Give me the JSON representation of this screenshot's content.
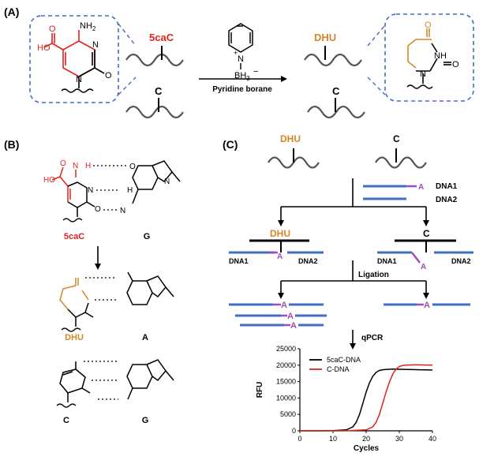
{
  "panels": {
    "a": {
      "label": "(A)"
    },
    "b": {
      "label": "(B)"
    },
    "c": {
      "label": "(C)"
    }
  },
  "panel_a": {
    "cacid_ho": "HO",
    "cacid_o": "O",
    "nh2": "NH",
    "nh2_sub": "2",
    "n_ring": "N",
    "o_ring": "O",
    "n_ring2": "N",
    "label_5cac": "5caC",
    "label_c": "C",
    "reagent_n": "N",
    "reagent_plus": "+",
    "reagent_bh3": "BH",
    "reagent_bh3_sub": "3",
    "reagent_minus": "−",
    "reagent_name": "Pyridine borane",
    "label_dhu": "DHU",
    "label_c_right": "C",
    "dhu_o": "O",
    "dhu_nh": "NH",
    "dhu_o2": "O",
    "dhu_n": "N"
  },
  "panel_b": {
    "pair1_left": "5caC",
    "pair1_right": "G",
    "pair2_left": "DHU",
    "pair2_right": "A",
    "pair3_left": "C",
    "pair3_right": "G",
    "atoms": {
      "ho": "HO",
      "o": "O",
      "n": "N",
      "h": "H",
      "nh": "N",
      "o2": "O",
      "gN": "N",
      "gH": "H",
      "gO": "O",
      "gNH": "N"
    }
  },
  "panel_c": {
    "top_dhu": "DHU",
    "top_c": "C",
    "dna1": "DNA1",
    "dna2": "DNA2",
    "a_mark": "A",
    "mid_dhu": "DHU",
    "mid_c": "C",
    "dna1_left": "DNA1",
    "dna2_left": "DNA2",
    "dna1_right": "DNA1",
    "dna2_right": "DNA2",
    "ligation": "Ligation",
    "qpcr": "qPCR",
    "colors": {
      "strand": "#3f6fc4",
      "a": "#a04db5",
      "dhu": "#d4872a",
      "red": "#e0231c",
      "dash": "#3f6fc4"
    }
  },
  "chart_data": {
    "type": "line",
    "title": "",
    "xlabel": "Cycles",
    "ylabel": "RFU",
    "xlim": [
      0,
      40
    ],
    "ylim": [
      0,
      25000
    ],
    "x_ticks": [
      "0",
      "10",
      "20",
      "30",
      "40"
    ],
    "y_ticks": [
      "0",
      "5000",
      "10000",
      "15000",
      "20000",
      "25000"
    ],
    "legend_position": "top-right",
    "series": [
      {
        "name": "5caC-DNA",
        "color": "#000000",
        "x": [
          0,
          5,
          10,
          14,
          16,
          17,
          18,
          19,
          20,
          21,
          22,
          23,
          24,
          25,
          26,
          28,
          30,
          32,
          34,
          36,
          38,
          40
        ],
        "y": [
          0,
          0,
          50,
          300,
          1200,
          2600,
          5000,
          8400,
          11800,
          14600,
          16600,
          17800,
          18400,
          18600,
          18700,
          18800,
          18750,
          18700,
          18650,
          18600,
          18550,
          18500
        ]
      },
      {
        "name": "C-DNA",
        "color": "#e0231c",
        "x": [
          0,
          5,
          10,
          15,
          20,
          22,
          23,
          24,
          25,
          26,
          27,
          28,
          29,
          30,
          31,
          32,
          33,
          34,
          36,
          38,
          40
        ],
        "y": [
          0,
          0,
          0,
          50,
          300,
          1200,
          2600,
          5000,
          8400,
          11800,
          14800,
          17200,
          18800,
          19600,
          19900,
          20000,
          20050,
          20100,
          20100,
          20050,
          20000
        ]
      }
    ]
  }
}
